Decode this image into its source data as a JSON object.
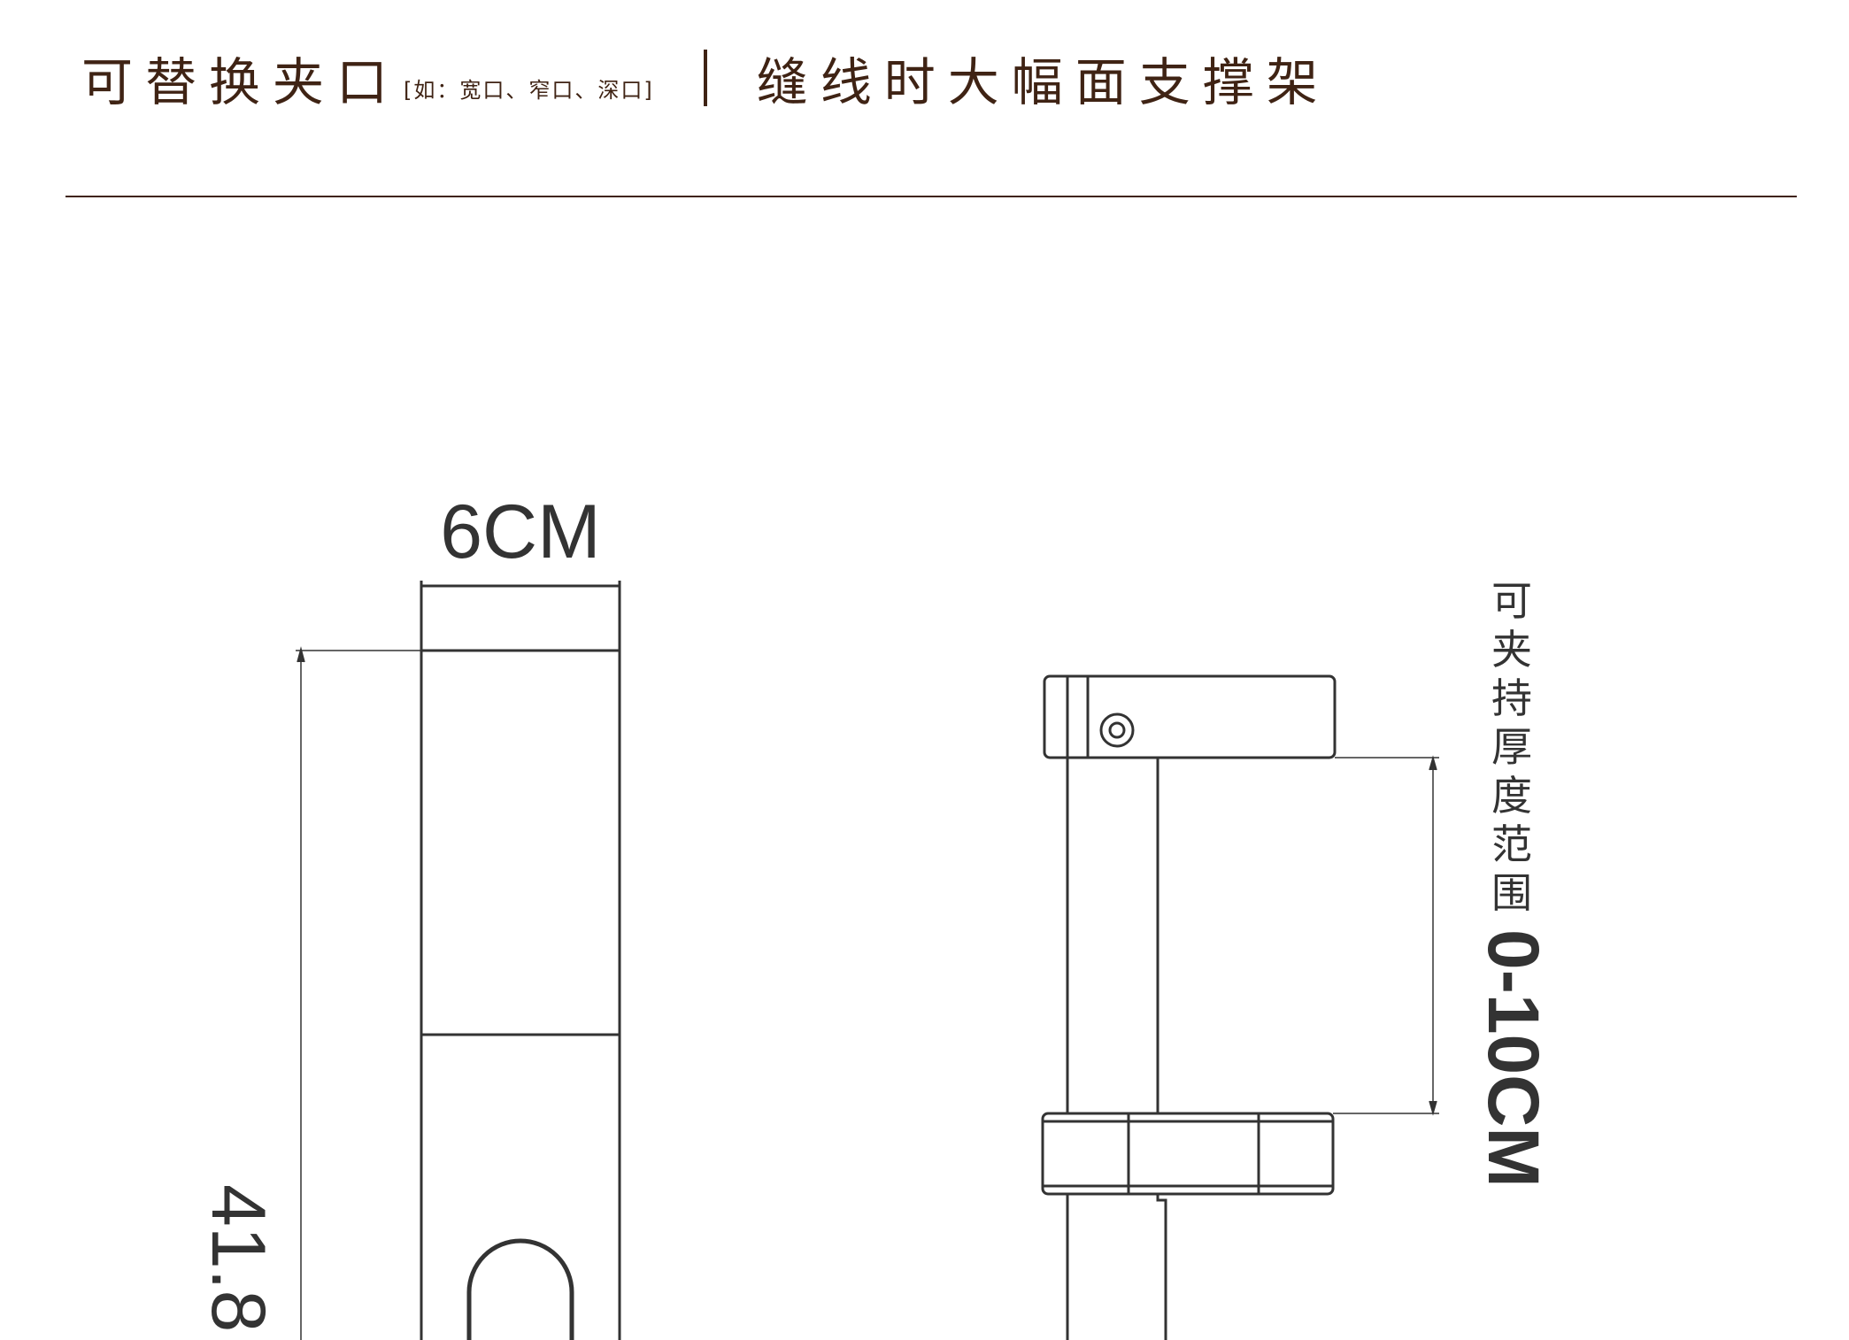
{
  "header": {
    "title_left": "可替换夹口",
    "title_note": "[如：宽口、窄口、深口]",
    "title_right": "缝线时大幅面支撑架"
  },
  "drawing": {
    "width_label": "6CM",
    "length_label": "41.8",
    "range_label_cn": [
      "可",
      "夹",
      "持",
      "厚",
      "度",
      "范",
      "围"
    ],
    "range_label_value": "0-10CM"
  },
  "colors": {
    "title": "#3f2314",
    "line": "#333333"
  }
}
